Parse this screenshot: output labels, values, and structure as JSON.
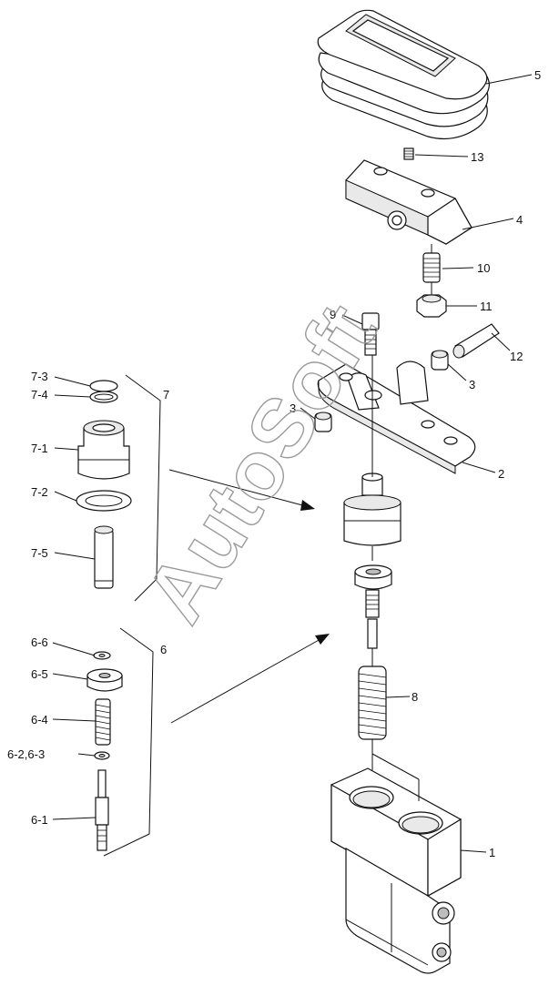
{
  "watermark": "AutoSoft",
  "labels": {
    "p1": "1",
    "p2": "2",
    "p3a": "3",
    "p3b": "3",
    "p4": "4",
    "p5": "5",
    "p6": "6",
    "p7": "7",
    "p8": "8",
    "p9": "9",
    "p10": "10",
    "p11": "11",
    "p12": "12",
    "p13": "13",
    "p6_1": "6-1",
    "p6_2_3": "6-2,6-3",
    "p6_4": "6-4",
    "p6_5": "6-5",
    "p6_6": "6-6",
    "p7_1": "7-1",
    "p7_2": "7-2",
    "p7_3": "7-3",
    "p7_4": "7-4",
    "p7_5": "7-5"
  }
}
